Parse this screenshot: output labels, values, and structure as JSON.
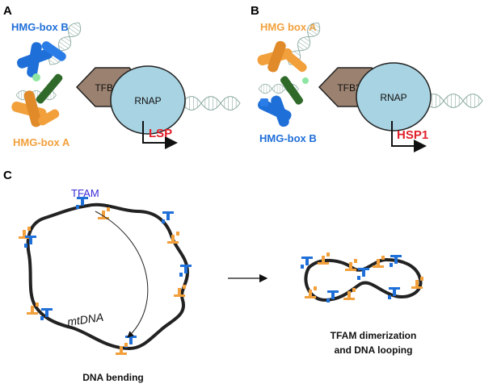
{
  "colors": {
    "hmg_b_blue": "#1f6fd8",
    "hmg_a_orange": "#f2a03c",
    "tfb2m_brown": "#9b8270",
    "rnap_blue": "#a8d3e2",
    "promoter_red": "#e0202a",
    "tfam_purple": "#3b2bd6",
    "helix_green": "#2f6a2a"
  },
  "panel_a": {
    "letter": "A",
    "hmg_top_label": "HMG-box B",
    "hmg_bottom_label": "HMG-box A",
    "tfb2m_label": "TFB2M",
    "rnap_label": "RNAP",
    "promoter_label": "LSP"
  },
  "panel_b": {
    "letter": "B",
    "hmg_top_label": "HMG box A",
    "hmg_bottom_label": "HMG-box B",
    "tfb2m_label": "TFB2M",
    "rnap_label": "RNAP",
    "promoter_label": "HSP1"
  },
  "panel_c": {
    "letter": "C",
    "tfam_label": "TFAM",
    "mtdna_label": "mtDNA",
    "left_caption": "DNA bending",
    "right_caption_line1": "TFAM dimerization",
    "right_caption_line2": "and DNA looping"
  }
}
